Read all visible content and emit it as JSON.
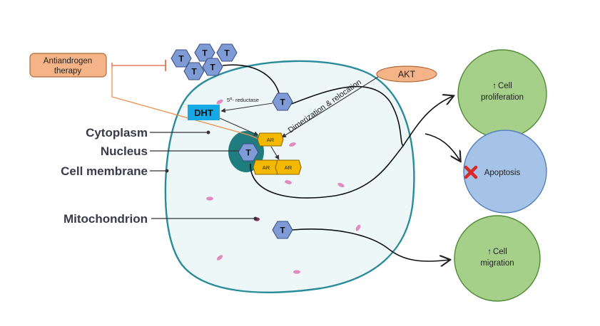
{
  "labels": {
    "cytoplasm": "Cytoplasm",
    "nucleus": "Nucleus",
    "cell_membrane": "Cell membrane",
    "mitochondrion": "Mitochondrion"
  },
  "therapy": {
    "line1": "Antiandrogen",
    "line2": "therapy"
  },
  "enzyme": {
    "five_alpha": "5",
    "alpha_sup": "α",
    "reductase": "- reductase"
  },
  "dht": "DHT",
  "akt": "AKT",
  "process": "Dimerization & relocation",
  "testosterone": "T",
  "receptor": "AR",
  "outcomes": {
    "proliferation": {
      "arrow": "↑",
      "line1": "Cell",
      "line2": "proliferation"
    },
    "apoptosis": {
      "label": "Apoptosis"
    },
    "migration": {
      "arrow": "↑",
      "line1": "Cell",
      "line2": "migration"
    }
  },
  "colors": {
    "cell_fill": "#eef7f8",
    "cell_stroke": "#2a8c9a",
    "nucleus": "#1f7d80",
    "hexagon_fill": "#7f9bd6",
    "hexagon_stroke": "#3b4f86",
    "ar_fill": "#f5b800",
    "ar_stroke": "#8a6700",
    "dht_fill": "#16a9e6",
    "therapy_fill": "#f4b488",
    "therapy_stroke": "#b06a3a",
    "akt_fill": "#f4b488",
    "green_circle": "#a6d08a",
    "green_stroke": "#4f8a35",
    "blue_circle": "#a4c3e7",
    "blue_stroke": "#5580b8",
    "inhibit_line": "#e06040",
    "orange_line": "#f09050",
    "mito": "#e08cc0",
    "cross": "#d92a2a"
  }
}
